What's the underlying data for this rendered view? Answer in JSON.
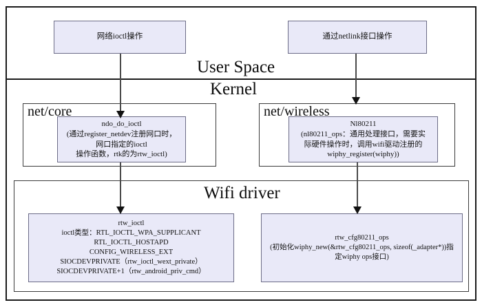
{
  "diagram": {
    "title": "Linux WiFi ioctl / netlink architecture",
    "colors": {
      "node_fill": "#e9e9f8",
      "node_border": "#6b6b86",
      "frame_border": "#1a1a1a",
      "arrow": "#111111"
    },
    "zones": {
      "user_space": "User Space",
      "kernel": "Kernel"
    },
    "panels": {
      "net_core": "net/core",
      "net_wireless": "net/wireless",
      "wifi_driver": "Wifi driver"
    },
    "nodes": {
      "net_ioctl_op": {
        "lines": [
          "网络ioctl操作"
        ]
      },
      "netlink_op": {
        "lines": [
          "通过netlink接口操作"
        ]
      },
      "ndo_do_ioctl": {
        "lines": [
          "ndo_do_ioctl",
          "(通过register_netdev注册网口时，",
          "网口指定的ioctl",
          "操作函数，rtk的为rtw_ioctl)"
        ]
      },
      "nl80211": {
        "lines": [
          "Nl80211",
          "(nl80211_ops：通用处理接口，需要实",
          "际硬件操作时，调用wifi驱动注册的",
          "wiphy_register(wiphy))"
        ]
      },
      "rtw_ioctl": {
        "lines": [
          "rtw_ioctl",
          "ioctl类型：RTL_IOCTL_WPA_SUPPLICANT",
          "RTL_IOCTL_HOSTAPD",
          "CONFIG_WIRELESS_EXT",
          "SIOCDEVPRIVATE（rtw_ioctl_wext_private）",
          "SIOCDEVPRIVATE+1（rtw_android_priv_cmd）"
        ]
      },
      "rtw_cfg80211_ops": {
        "lines": [
          "rtw_cfg80211_ops",
          "(初始化wiphy_new(&rtw_cfg80211_ops, sizeof(_adapter*))指",
          "定wiphy ops接口)"
        ]
      }
    },
    "connectors": [
      {
        "name": "net-ioctl-to-ndo-do-ioctl",
        "from": "网络ioctl操作",
        "to": "ndo_do_ioctl"
      },
      {
        "name": "netlink-to-nl80211",
        "from": "通过netlink接口操作",
        "to": "Nl80211"
      },
      {
        "name": "ndo-do-ioctl-to-rtw-ioctl",
        "from": "ndo_do_ioctl",
        "to": "rtw_ioctl"
      },
      {
        "name": "nl80211-to-rtw-cfg80211-ops",
        "from": "Nl80211",
        "to": "rtw_cfg80211_ops"
      }
    ]
  }
}
